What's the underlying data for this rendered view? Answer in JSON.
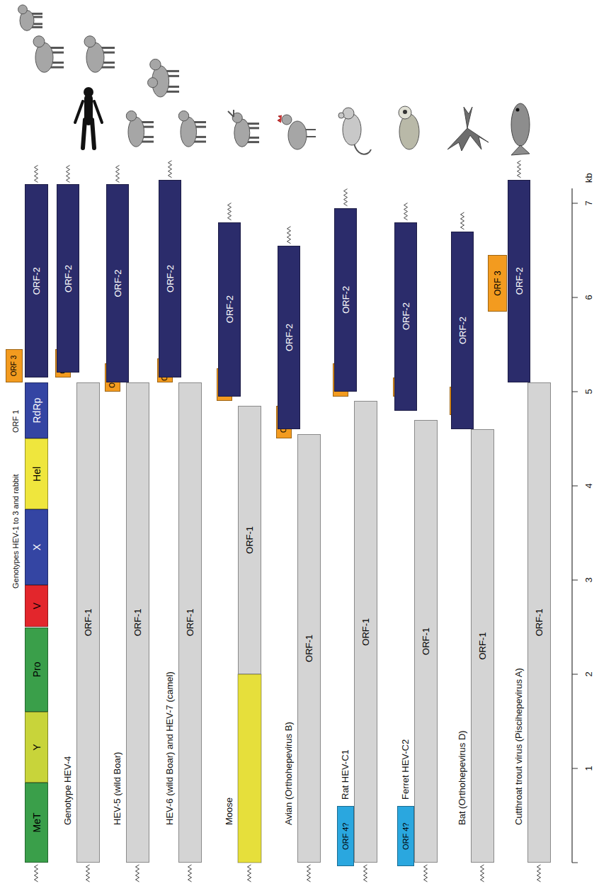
{
  "diagram": {
    "nodes": [
      {
        "text": [
          "MeT"
        ]
      },
      {
        "text": [
          "Y"
        ]
      },
      {
        "text": [
          "Pro"
        ]
      },
      {
        "text": [
          "V"
        ]
      },
      {
        "text": [
          "X"
        ]
      },
      {
        "text": [
          "Hel"
        ]
      },
      {
        "text": [
          "RdRp"
        ]
      },
      {
        "text": [
          "ORF 3"
        ]
      },
      {
        "text": [
          "ORF-2"
        ]
      },
      {
        "text": [
          "ORF-1"
        ]
      },
      {
        "text": [
          "ORF 3"
        ]
      },
      {
        "text": [
          "ORF-2"
        ]
      },
      {
        "text": [
          "ORF-1"
        ]
      },
      {
        "text": [
          "ORF 3"
        ]
      },
      {
        "text": [
          "ORF-2"
        ]
      },
      {
        "text": [
          "ORF-1"
        ]
      },
      {
        "text": [
          "ORF 3"
        ]
      },
      {
        "text": [
          "ORF-2"
        ]
      },
      {
        "text": [
          "ORF-1"
        ]
      },
      {
        "text": [
          "ORF 3"
        ]
      },
      {
        "text": [
          "ORF-2"
        ]
      },
      {
        "text": [
          "ORF-1"
        ]
      },
      {
        "text": [
          "ORF 3"
        ]
      },
      {
        "text": [
          "ORF-2"
        ]
      },
      {
        "text": [
          "ORF 4?"
        ]
      },
      {
        "text": [
          "ORF-1"
        ]
      },
      {
        "text": [
          "ORF 3"
        ]
      },
      {
        "text": [
          "ORF-2"
        ]
      },
      {
        "text": [
          "ORF 4?"
        ]
      },
      {
        "text": [
          "ORF-1"
        ]
      },
      {
        "text": [
          "ORF 3"
        ]
      },
      {
        "text": [
          "ORF-2"
        ]
      },
      {
        "text": [
          "ORF-1"
        ]
      },
      {
        "text": [
          "ORF 3"
        ]
      },
      {
        "text": [
          "ORF-2"
        ]
      },
      {
        "text": [
          "ORF-1"
        ]
      },
      {
        "text": [
          "ORF 3"
        ]
      },
      {
        "text": [
          "ORF-2"
        ]
      }
    ],
    "labels": [
      "Genotypes HEV-1 to 3 and rabbit",
      "ORF 1",
      "Genotype HEV-4",
      "HEV-5 (wild Boar)",
      "HEV-6 (wild Boar) and HEV-7 (camel)",
      "Moose",
      "Avian (Orthohepevirus B)",
      "Rat HEV-C1",
      "Ferret HEV-C2",
      "Bat (Orthohepevirus D)",
      "Cutthroat trout virus (Piscihepevirus A)",
      "1",
      "2",
      "3",
      "4",
      "5",
      "6",
      "7",
      "kb"
    ]
  }
}
